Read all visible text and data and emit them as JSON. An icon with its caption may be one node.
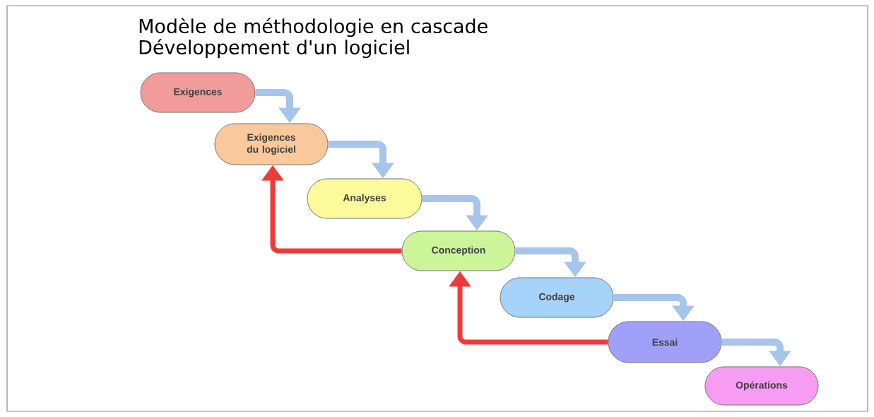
{
  "diagram": {
    "title": "Modèle de méthodologie en cascade Développement d'un logiciel",
    "nodes": [
      {
        "text": [
          "Exigences"
        ]
      },
      {
        "text": [
          "Exigences du logiciel"
        ]
      },
      {
        "text": [
          "Analyses"
        ]
      },
      {
        "text": [
          "Conception"
        ]
      },
      {
        "text": [
          "Codage"
        ]
      },
      {
        "text": [
          "Essai"
        ]
      },
      {
        "text": [
          "Opérations"
        ]
      }
    ],
    "edges": [
      {
        "from": 0,
        "to": 1,
        "arrow": "to"
      },
      {
        "from": 1,
        "to": 2,
        "arrow": "to"
      },
      {
        "from": 2,
        "to": 3,
        "arrow": "to"
      },
      {
        "from": 3,
        "to": 4,
        "arrow": "to"
      },
      {
        "from": 4,
        "to": 5,
        "arrow": "to"
      },
      {
        "from": 5,
        "to": 6,
        "arrow": "to"
      },
      {
        "from": 3,
        "to": 1,
        "arrow": "to",
        "color": "#f03a3a"
      },
      {
        "from": 5,
        "to": 3,
        "arrow": "to",
        "color": "#f03a3a"
      }
    ]
  }
}
